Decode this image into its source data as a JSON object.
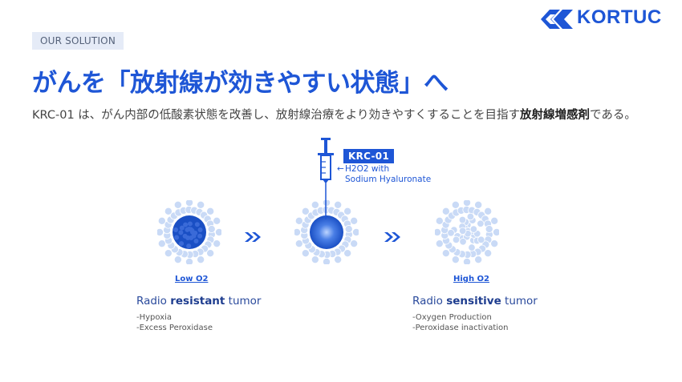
{
  "header": {
    "badge": "OUR SOLUTION",
    "brand": "KORTUC",
    "title": "がんを「放射線が効きやすい状態」へ",
    "subtitle_main": "KRC-01 は、がん内部の低酸素状態を改善し、放射線治療をより効きやすくすることを目指す",
    "subtitle_bold": "放射線増感剤",
    "subtitle_end": "である。"
  },
  "injection": {
    "label": "KRC-01",
    "arrow": "←",
    "line1": "H2O2 with",
    "line2": "Sodium Hyaluronate"
  },
  "left": {
    "o2": "Low O2",
    "tumor_prefix": "Radio ",
    "tumor_bold": "resistant",
    "tumor_suffix": " tumor",
    "bullets": [
      "-Hypoxia",
      "-Excess Peroxidase"
    ]
  },
  "right": {
    "o2": "High O2",
    "tumor_prefix": "Radio ",
    "tumor_bold": "sensitive",
    "tumor_suffix": " tumor",
    "bullets": [
      "-Oxygen Production",
      "-Peroxidase inactivation"
    ]
  },
  "colors": {
    "brand_blue": "#1e56d6",
    "cell_light": "#c9daf6",
    "cell_dark": "#1a4fc4",
    "badge_bg": "#e5ebf7"
  }
}
